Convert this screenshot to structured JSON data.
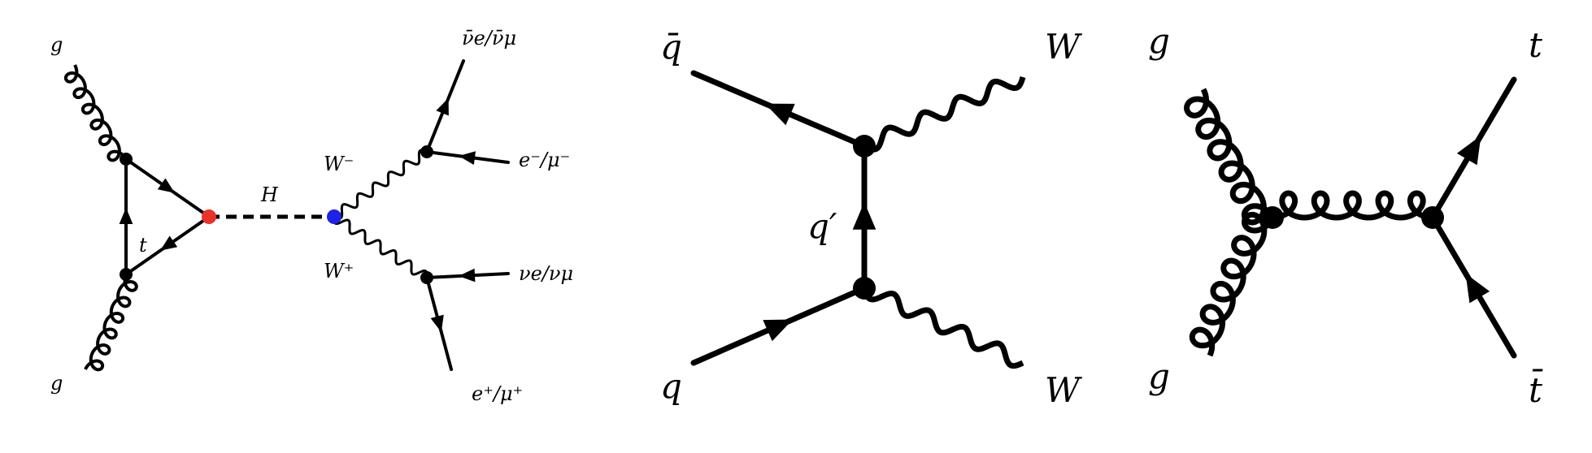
{
  "colors": {
    "line": "#000000",
    "ggH_vertex": "#e8322a",
    "HWW_vertex": "#1e22e6",
    "background": "#ffffff"
  },
  "diagrams": [
    {
      "id": "gg-to-H-to-WW",
      "labels": {
        "gluon_top": "g",
        "gluon_bottom": "g",
        "top_loop": "t",
        "higgs": "H",
        "w_minus": "W⁻",
        "w_plus": "W⁺",
        "antineutrino": "ν̄e/ν̄μ",
        "lepton_minus": "e⁻/μ⁻",
        "neutrino": "νe/νμ",
        "lepton_plus": "e⁺/μ⁺"
      }
    },
    {
      "id": "qqbar-to-WW",
      "labels": {
        "antiquark": "q̄",
        "quark": "q",
        "exchanged_quark": "q′",
        "w_top": "W",
        "w_bottom": "W"
      }
    },
    {
      "id": "gg-to-ttbar",
      "labels": {
        "gluon_top": "g",
        "gluon_bottom": "g",
        "top": "t",
        "antitop": "t̄"
      }
    }
  ]
}
